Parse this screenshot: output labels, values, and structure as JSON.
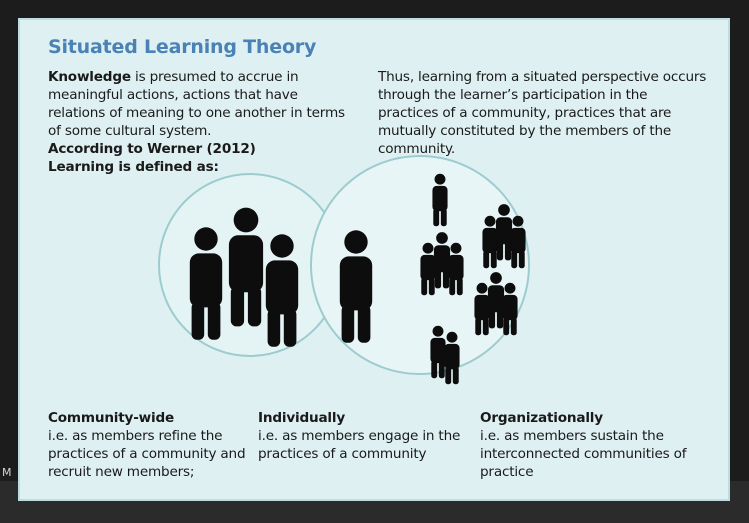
{
  "slide": {
    "title": "Situated Learning Theory",
    "knowledge_term": "Knowledge",
    "knowledge_text": " is presumed to accrue in meaningful actions, actions that have relations of meaning to one another in terms of some cultural system.",
    "right_paragraph": "Thus, learning from a situated perspective occurs through the learner’s participation in the practices of a community, practices that are mutually constituted by the members of the community.",
    "definition_line1": "According to Werner (2012)",
    "definition_line2": "Learning is defined as:",
    "columns": [
      {
        "heading": "Community-wide",
        "text": "i.e. as members refine the practices of a community and recruit new members;"
      },
      {
        "heading": "Individually",
        "text": "i.e. as members engage in the practices of a community"
      },
      {
        "heading": "Organizationally",
        "text": "i.e. as members sustain the interconnected communities of practice"
      }
    ]
  },
  "edge_text": "M",
  "colors": {
    "title": "#4a82b5",
    "slide_bg": "#dff0f2",
    "circle_stroke": "#9ccccf",
    "figure": "#0d0d0d"
  },
  "icons": [
    "group-of-three-people-icon",
    "single-person-icon",
    "small-group-icon"
  ]
}
